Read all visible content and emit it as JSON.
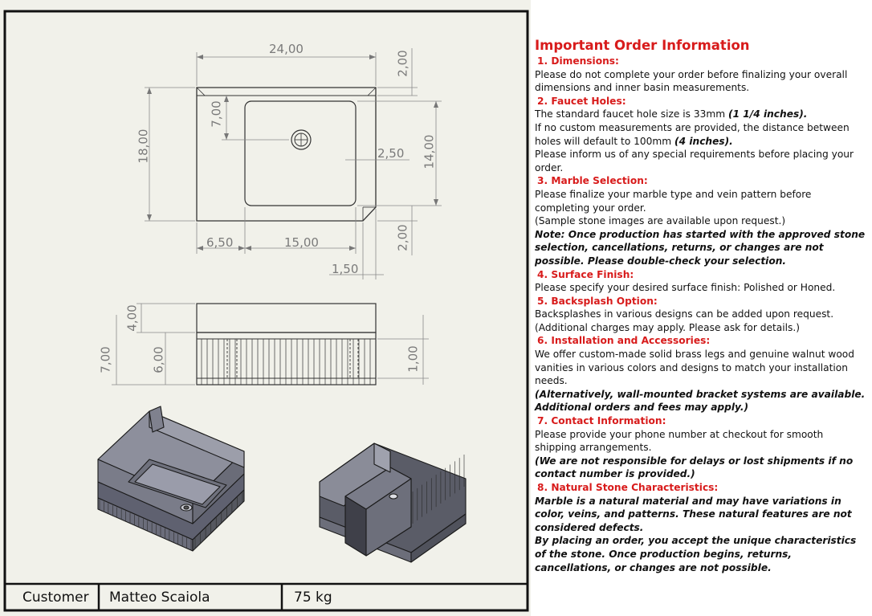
{
  "dimensions": {
    "top_view": {
      "overall_width": "24,00",
      "overall_depth": "18,00",
      "backsplash_depth": "2,00",
      "hole_offset": "7,00",
      "side_margin": "2,50",
      "basin_depth": "14,00",
      "left_offset": "6,50",
      "basin_width": "15,00",
      "front_margin": "2,00",
      "front_step": "1,50"
    },
    "front_view": {
      "backsplash_height": "4,00",
      "total_height": "7,00",
      "body_height": "6,00",
      "lip_height": "1,00"
    }
  },
  "title_block": {
    "customer_label": "Customer",
    "customer_name": "Matteo Scaiola",
    "weight": "75 kg"
  },
  "info": {
    "title": "Important Order Information",
    "s1_head": "1. Dimensions:",
    "s1_body": "Please do not complete your order before finalizing your overall dimensions and inner basin measurements.",
    "s2_head": "2. Faucet Holes:",
    "s2_l1_pre": "The standard faucet hole size is 33mm ",
    "s2_l1_em": "(1 1/4 inches).",
    "s2_l2_pre": "If no custom measurements are provided, the distance between holes will default to 100mm ",
    "s2_l2_em": "(4 inches).",
    "s2_l3": "Please inform us of any special requirements before placing your order.",
    "s3_head": "3. Marble Selection:",
    "s3_l1": "Please finalize your marble type and vein pattern before completing your order.",
    "s3_l2": "(Sample stone images are available upon request.)",
    "s3_note": "Note: Once production has started with the approved stone selection, cancellations, returns, or changes are not possible. Please double-check your selection.",
    "s4_head": "4. Surface Finish:",
    "s4_body": "Please specify your desired surface finish: Polished or Honed.",
    "s5_head": "5. Backsplash Option:",
    "s5_l1": "Backsplashes in various designs can be added upon request.",
    "s5_l2": "(Additional charges may apply. Please ask for details.)",
    "s6_head": "6. Installation and Accessories:",
    "s6_body": "We offer custom-made solid brass legs and genuine walnut wood vanities in various colors and designs to match your installation needs.",
    "s6_note": "(Alternatively, wall-mounted bracket systems are available. Additional orders and fees may apply.)",
    "s7_head": "7. Contact Information:",
    "s7_body": "Please provide your phone number at checkout for smooth shipping arrangements.",
    "s7_note": "(We are not responsible for delays or lost shipments if no contact number is provided.)",
    "s8_head": "8. Natural Stone Characteristics:",
    "s8_note1": "Marble is a natural material and may have variations in color, veins, and patterns. These natural features are not considered defects.",
    "s8_note2": "By placing an order, you accept the unique characteristics of the stone. Once production begins, returns, cancellations, or changes are not possible."
  },
  "colors": {
    "drawing_background": "#f1f1ea",
    "accent_red": "#d81b1b",
    "dimension_gray": "#7a7a7a",
    "model_body": "#8d8f9c"
  }
}
